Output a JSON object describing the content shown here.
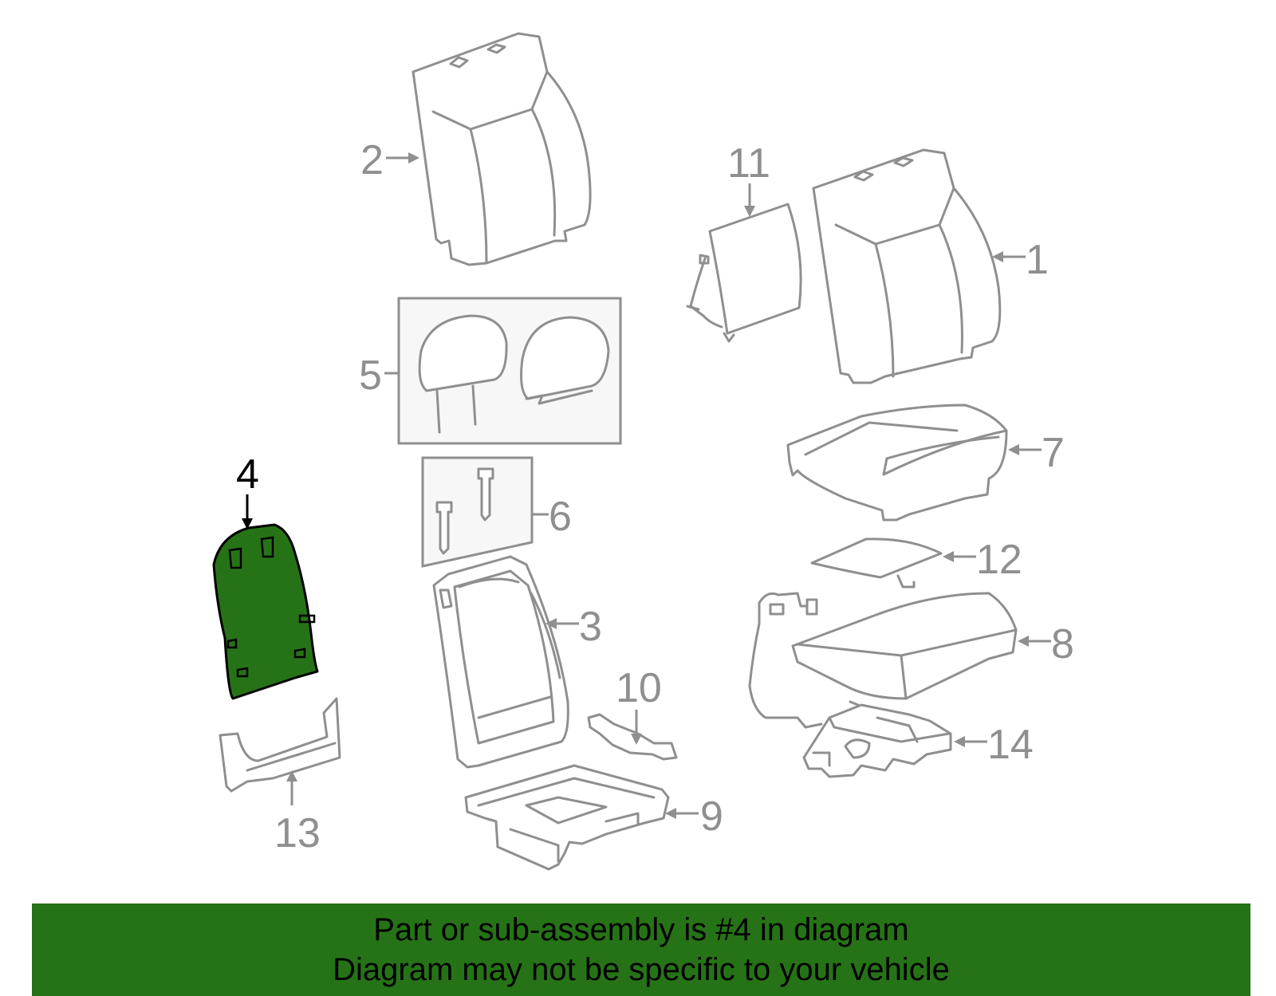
{
  "diagram": {
    "callouts": [
      {
        "id": "1",
        "label": "1"
      },
      {
        "id": "2",
        "label": "2"
      },
      {
        "id": "3",
        "label": "3"
      },
      {
        "id": "4",
        "label": "4"
      },
      {
        "id": "5",
        "label": "5"
      },
      {
        "id": "6",
        "label": "6"
      },
      {
        "id": "7",
        "label": "7"
      },
      {
        "id": "8",
        "label": "8"
      },
      {
        "id": "9",
        "label": "9"
      },
      {
        "id": "10",
        "label": "10"
      },
      {
        "id": "11",
        "label": "11"
      },
      {
        "id": "12",
        "label": "12"
      },
      {
        "id": "13",
        "label": "13"
      },
      {
        "id": "14",
        "label": "14"
      }
    ],
    "highlighted_part": "4",
    "highlight_color": "#267317",
    "line_color": "#8f8f8f"
  },
  "banner": {
    "line1": "Part or sub-assembly is #4 in diagram",
    "line2": "Diagram may not be specific to your vehicle",
    "background": "#267317"
  }
}
